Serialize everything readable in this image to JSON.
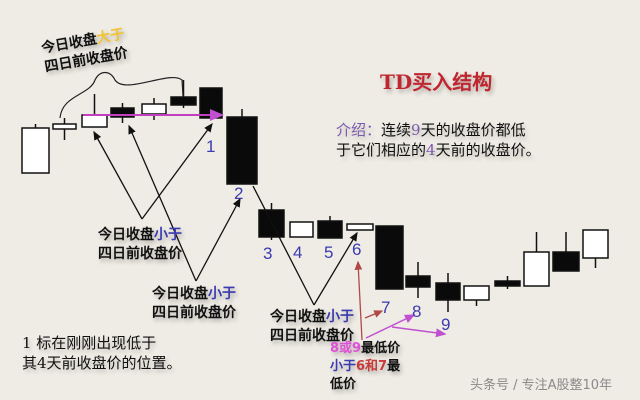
{
  "title": "TD买入结构",
  "intro": {
    "label": "介绍：",
    "line1_a": "连续",
    "line1_num": "9",
    "line1_b": "天的收盘价都低",
    "line2_a": "于它们相应的",
    "line2_num": "4",
    "line2_b": "天前的收盘价。"
  },
  "annotation_greater": {
    "prefix": "今日收盘",
    "highlight": "大于",
    "line2": "四日前收盘价"
  },
  "annotations_less": [
    {
      "prefix": "今日收盘",
      "highlight": "小于",
      "line2": "四日前收盘价"
    },
    {
      "prefix": "今日收盘",
      "highlight": "小于",
      "line2": "四日前收盘价"
    },
    {
      "prefix": "今日收盘",
      "highlight": "小于",
      "line2": "四日前收盘价"
    }
  ],
  "note": {
    "line1": "1  标在刚刚出现低于",
    "line2": "其4天前收盘价的位置。"
  },
  "low_note": {
    "a": "8或9",
    "b": "最低价",
    "c": "小于",
    "d": "6和7",
    "e": "最",
    "f": "低价"
  },
  "count_labels": [
    "1",
    "2",
    "3",
    "4",
    "5",
    "6",
    "7",
    "8",
    "9"
  ],
  "watermark": "头条号 / 专注A股整10年",
  "colors": {
    "background": "#efece5",
    "title": "#c0262f",
    "count": "#3b3ab0",
    "reference_line": "#c040c0"
  }
}
